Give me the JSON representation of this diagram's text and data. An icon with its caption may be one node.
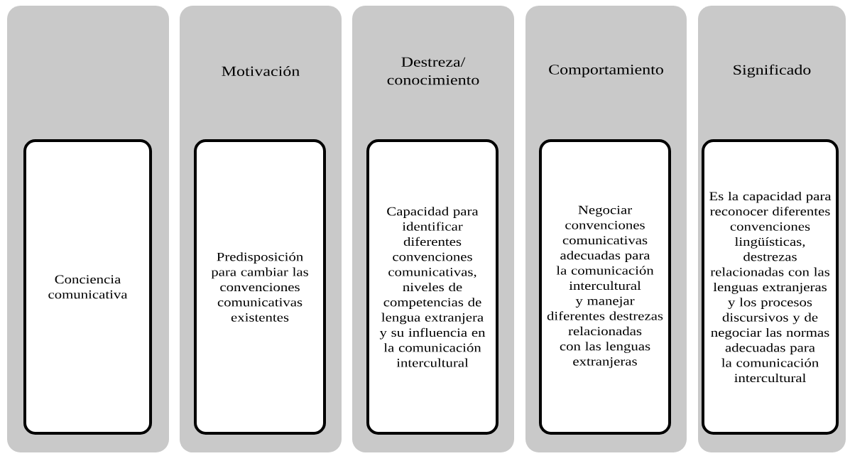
{
  "diagram": {
    "nodes": [
      {
        "text": [],
        "shape": "box"
      },
      {
        "text": [
          "Conciencia comunicativa"
        ],
        "in": 0
      },
      {
        "text": [
          "Motivación"
        ]
      },
      {
        "text": [
          "Predisposición para cambiar las convenciones comunicativas existentes"
        ],
        "in": 2
      },
      {
        "text": [
          "Destreza/ conocimiento"
        ]
      },
      {
        "text": [
          "Capacidad para identificar diferentes convenciones comunicativas, niveles de competencias de lengua extranjera y su influencia en la comunicación intercultural"
        ],
        "in": 4
      },
      {
        "text": [
          "Comportamiento"
        ]
      },
      {
        "text": [
          "Negociar convenciones comunicativas adecuadas para la comunicación intercultural y manejar diferentes destrezas relacionadas con las lenguas extranjeras"
        ],
        "in": 6
      },
      {
        "text": [
          "Significado"
        ]
      },
      {
        "text": [
          "Es la capacidad para reconocer diferentes convenciones lingüísticas, destrezas relacionadas con las lenguas extranjeras y los procesos discursivos y de negociar las normas adecuadas para la comunicación intercultural"
        ],
        "in": 8
      }
    ]
  }
}
